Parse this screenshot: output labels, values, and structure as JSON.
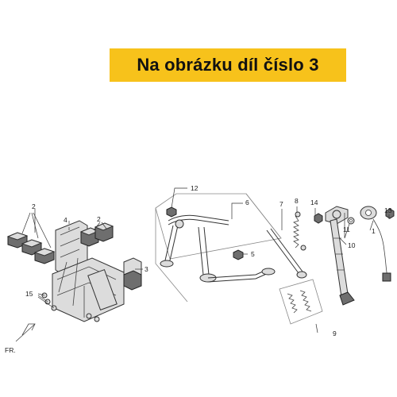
{
  "banner": {
    "text": "Na obrázku díl číslo 3",
    "color": "#f7c21b"
  },
  "direction_label": "FR.",
  "callouts": {
    "c1": "1",
    "c2a": "2",
    "c2b": "2",
    "c3": "3",
    "c4": "4",
    "c5": "5",
    "c6": "6",
    "c7": "7",
    "c8": "8",
    "c9": "9",
    "c10": "10",
    "c11": "11",
    "c12": "12",
    "c13": "13",
    "c14": "14",
    "c15": "15"
  }
}
